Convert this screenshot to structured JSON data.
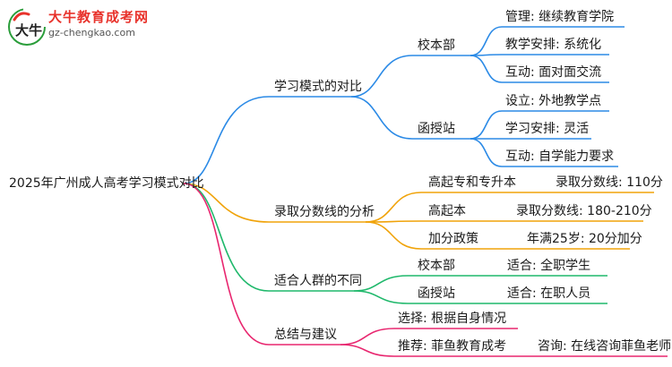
{
  "logo": {
    "title": "大牛教育成考网",
    "url": "gz-chengkao.com",
    "mark_text": "大牛",
    "colors": {
      "red": "#e8322b",
      "green": "#2a9d3a"
    }
  },
  "root": "2025年广州成人高考学习模式对比",
  "branches": [
    {
      "label": "学习模式的对比",
      "color": "#2b8ae6",
      "children": [
        {
          "label": "校本部",
          "items": [
            "管理: 继续教育学院",
            "教学安排: 系统化",
            "互动: 面对面交流"
          ]
        },
        {
          "label": "函授站",
          "items": [
            "设立: 外地教学点",
            "学习安排: 灵活",
            "互动: 自学能力要求"
          ]
        }
      ]
    },
    {
      "label": "录取分数线的分析",
      "color": "#f0a30a",
      "children": [
        {
          "label": "高起专和专升本",
          "value": "录取分数线: 110分"
        },
        {
          "label": "高起本",
          "value": "录取分数线: 180-210分"
        },
        {
          "label": "加分政策",
          "value": "年满25岁: 20分加分"
        }
      ]
    },
    {
      "label": "适合人群的不同",
      "color": "#1fb86b",
      "children": [
        {
          "label": "校本部",
          "value": "适合: 全职学生"
        },
        {
          "label": "函授站",
          "value": "适合: 在职人员"
        }
      ]
    },
    {
      "label": "总结与建议",
      "color": "#e8266f",
      "children": [
        {
          "label": "选择: 根据自身情况"
        },
        {
          "label": "推荐: 菲鱼教育成考",
          "value": "咨询: 在线咨询菲鱼老师"
        }
      ]
    }
  ]
}
